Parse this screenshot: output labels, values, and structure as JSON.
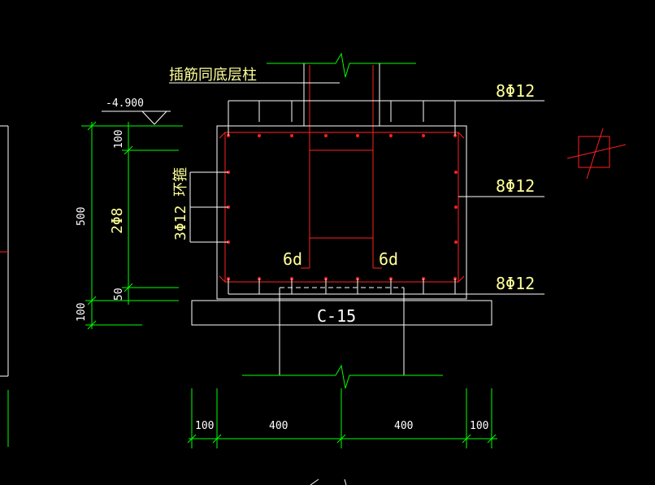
{
  "drawing": {
    "note_dowel": "插筋同底层柱",
    "elevation": "-4.900",
    "rebar_top": "8Φ12",
    "rebar_middle": "8Φ12",
    "rebar_bottom": "8Φ12",
    "stirrup": "3Φ12 环箍",
    "side_bar": "2Φ8",
    "anchor_left": "6d",
    "anchor_right": "6d",
    "cushion": "C-15",
    "dim_vertical": {
      "total": "500",
      "top": "100",
      "bottom_cover": "50",
      "cushion": "100"
    },
    "dim_horizontal": [
      "100",
      "400",
      "400",
      "100"
    ]
  },
  "colors": {
    "background": "#000000",
    "outline": "#ffffff",
    "dimension": "#00ff00",
    "rebar": "#ff2020",
    "label": "#ffff99"
  }
}
